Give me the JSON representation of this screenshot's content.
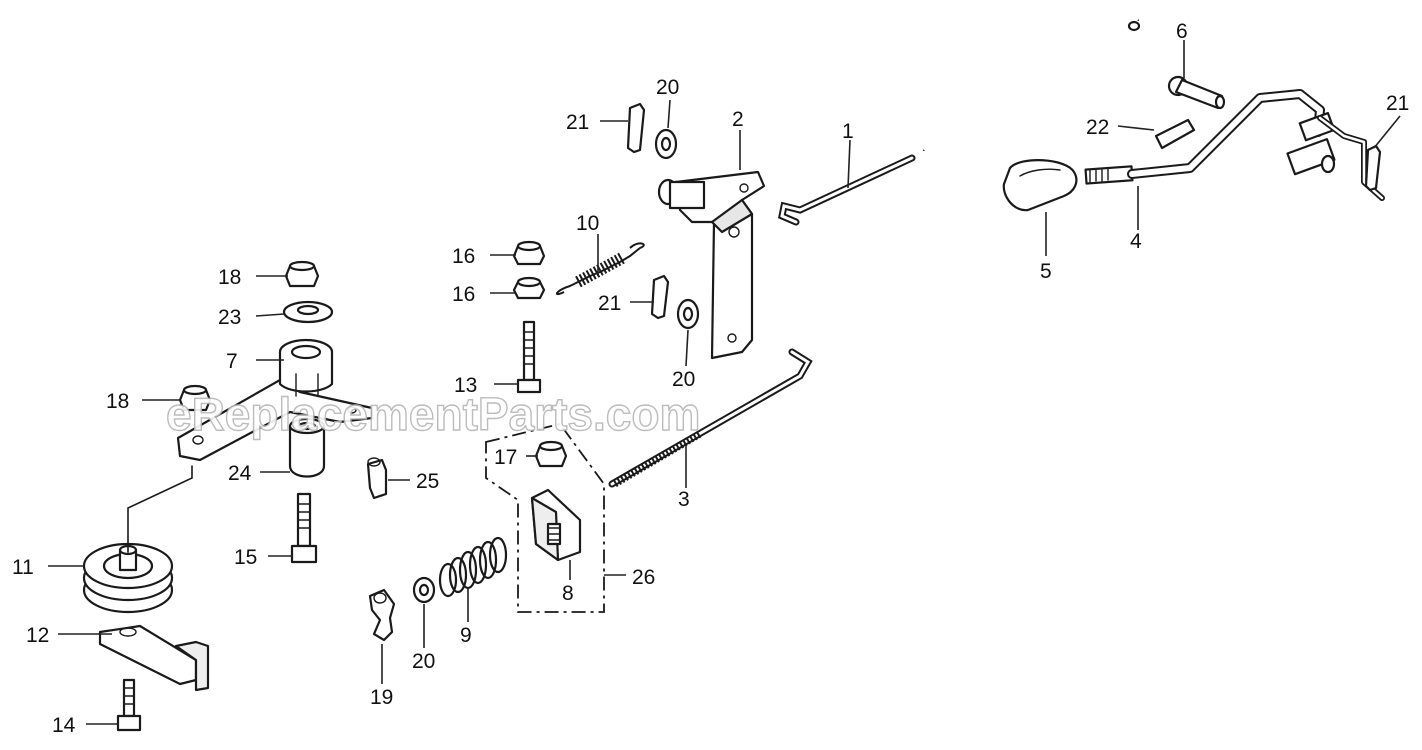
{
  "watermark": "eReplacementParts.com",
  "callouts": [
    {
      "id": "1",
      "label": "1"
    },
    {
      "id": "2",
      "label": "2"
    },
    {
      "id": "3",
      "label": "3"
    },
    {
      "id": "4",
      "label": "4"
    },
    {
      "id": "5",
      "label": "5"
    },
    {
      "id": "6",
      "label": "6"
    },
    {
      "id": "7",
      "label": "7"
    },
    {
      "id": "8",
      "label": "8"
    },
    {
      "id": "9",
      "label": "9"
    },
    {
      "id": "10",
      "label": "10"
    },
    {
      "id": "11",
      "label": "11"
    },
    {
      "id": "12",
      "label": "12"
    },
    {
      "id": "13",
      "label": "13"
    },
    {
      "id": "14",
      "label": "14"
    },
    {
      "id": "15",
      "label": "15"
    },
    {
      "id": "16a",
      "label": "16"
    },
    {
      "id": "16b",
      "label": "16"
    },
    {
      "id": "17",
      "label": "17"
    },
    {
      "id": "18a",
      "label": "18"
    },
    {
      "id": "18b",
      "label": "18"
    },
    {
      "id": "19",
      "label": "19"
    },
    {
      "id": "20a",
      "label": "20"
    },
    {
      "id": "20b",
      "label": "20"
    },
    {
      "id": "20c",
      "label": "20"
    },
    {
      "id": "21a",
      "label": "21"
    },
    {
      "id": "21b",
      "label": "21"
    },
    {
      "id": "21c",
      "label": "21"
    },
    {
      "id": "22",
      "label": "22"
    },
    {
      "id": "23",
      "label": "23"
    },
    {
      "id": "24",
      "label": "24"
    },
    {
      "id": "25",
      "label": "25"
    },
    {
      "id": "26",
      "label": "26"
    }
  ]
}
